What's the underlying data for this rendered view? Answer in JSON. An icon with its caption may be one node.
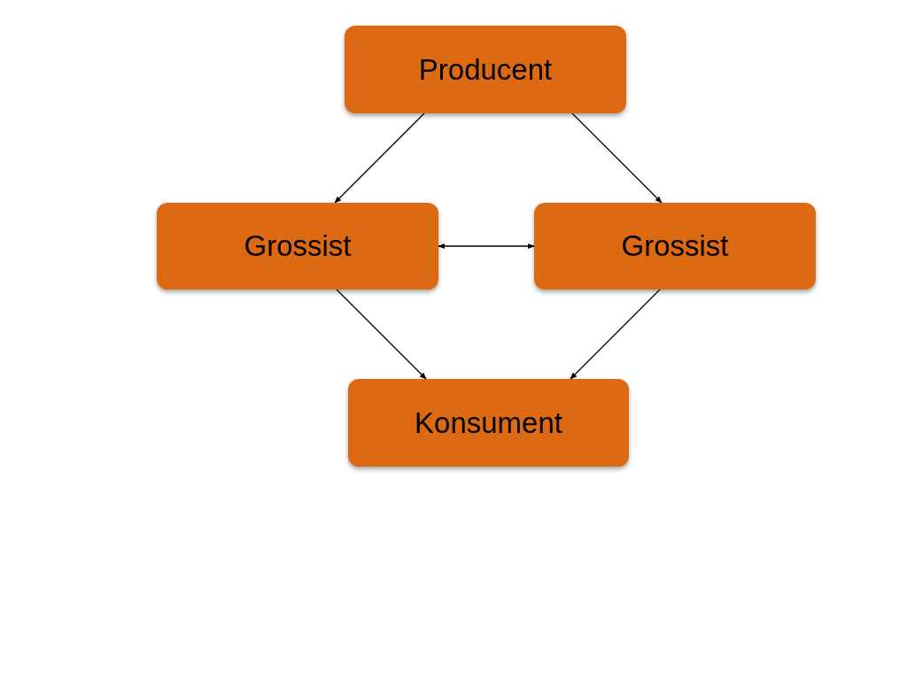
{
  "diagram": {
    "nodes": [
      {
        "text": [
          "Producent"
        ]
      },
      {
        "text": [
          "Grossist"
        ]
      },
      {
        "text": [
          "Grossist"
        ]
      },
      {
        "text": [
          "Konsument"
        ]
      }
    ],
    "edges": [
      {
        "from": 0,
        "to": 1,
        "arrow": "to"
      },
      {
        "from": 0,
        "to": 2,
        "arrow": "to"
      },
      {
        "from": 1,
        "to": 2,
        "arrow": "both"
      },
      {
        "from": 1,
        "to": 3,
        "arrow": "to"
      },
      {
        "from": 2,
        "to": 3,
        "arrow": "to"
      }
    ]
  }
}
